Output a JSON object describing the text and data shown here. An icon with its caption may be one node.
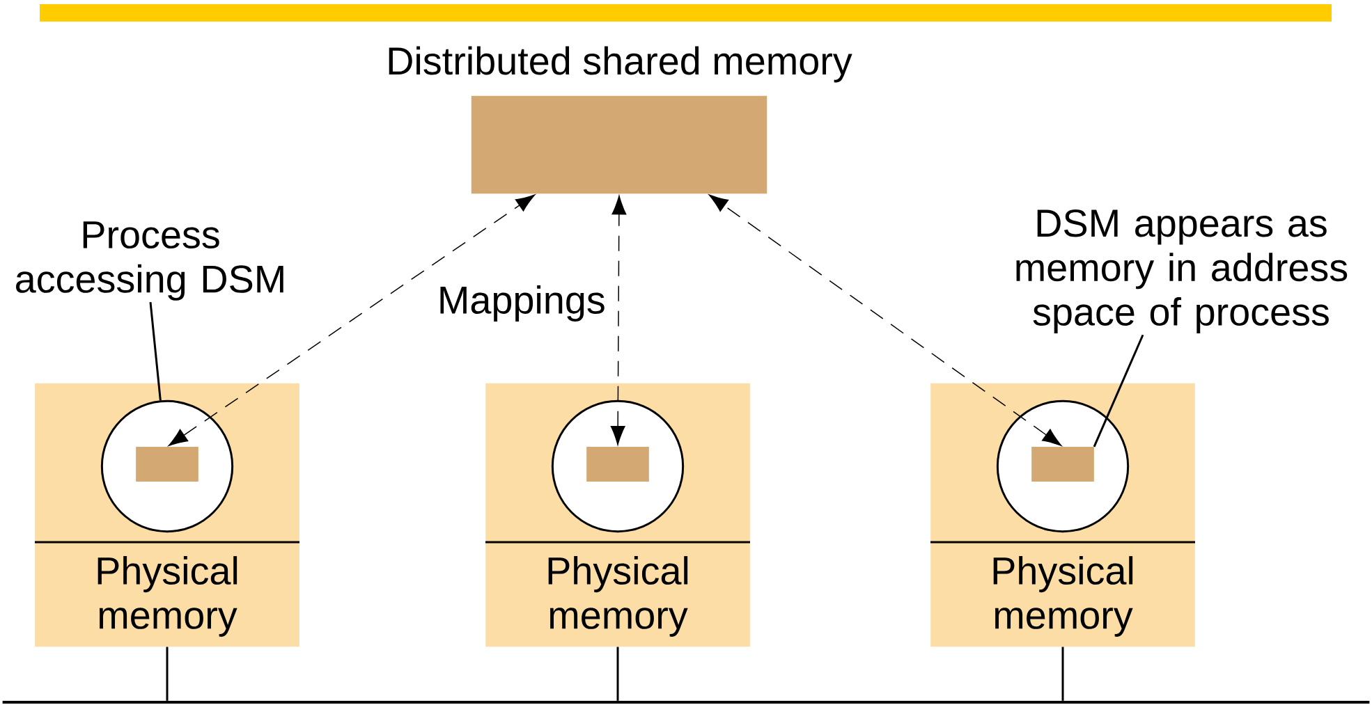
{
  "diagram": {
    "nodes": [
      {
        "text": [
          "Distributed shared memory"
        ]
      },
      {
        "text": [
          "Process accessing DSM"
        ]
      },
      {
        "text": [
          "DSM appears as memory in address space of process"
        ]
      },
      {
        "text": [
          "Physical memory"
        ]
      },
      {
        "text": [],
        "shape": "circle",
        "in": 3
      },
      {
        "text": [],
        "shape": "box",
        "in": 4
      },
      {
        "text": [
          "Physical memory"
        ]
      },
      {
        "text": [],
        "shape": "circle",
        "in": 6
      },
      {
        "text": [],
        "shape": "box",
        "in": 7
      },
      {
        "text": [
          "Physical memory"
        ]
      },
      {
        "text": [],
        "shape": "circle",
        "in": 9
      },
      {
        "text": [],
        "shape": "box",
        "in": 10
      },
      {
        "text": [],
        "shape": "bar"
      }
    ],
    "edges": [
      {
        "from": 5,
        "to": 0,
        "arrow": "both",
        "style": "dashed"
      },
      {
        "from": 8,
        "to": 0,
        "arrow": "both",
        "style": "dashed"
      },
      {
        "from": 11,
        "to": 0,
        "arrow": "both",
        "style": "dashed"
      },
      {
        "from": 1,
        "to": 4,
        "arrow": "none"
      },
      {
        "from": 2,
        "to": 11,
        "arrow": "none"
      },
      {
        "from": 3,
        "to": 12,
        "arrow": "none"
      },
      {
        "from": 6,
        "to": 12,
        "arrow": "none"
      },
      {
        "from": 9,
        "to": 12,
        "arrow": "none"
      }
    ],
    "labels": [
      "Mappings"
    ]
  }
}
